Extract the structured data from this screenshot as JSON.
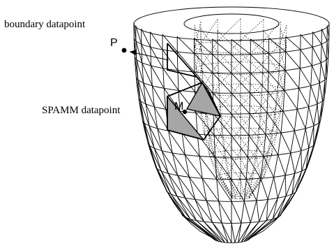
{
  "labels": {
    "boundary": "boundary datapoint",
    "point_p": "P",
    "spamm": "SPAMM datapoint",
    "point_m": "M"
  },
  "colors": {
    "line": "#000000",
    "highlight_fill": "#a6a6a6",
    "background": "#ffffff"
  }
}
